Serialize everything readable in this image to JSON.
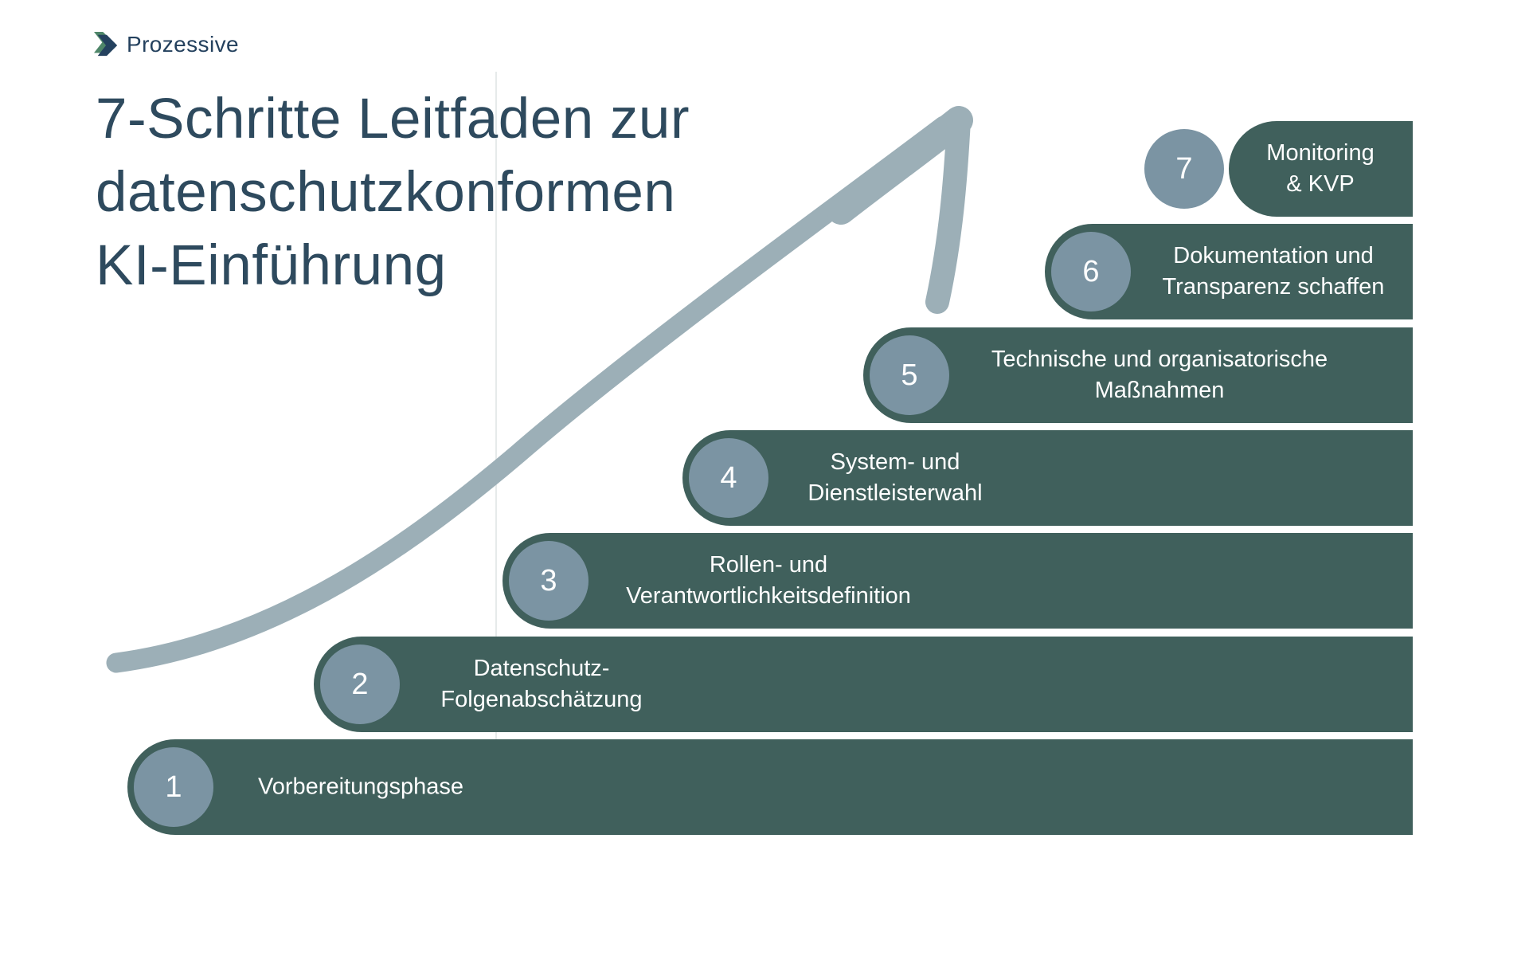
{
  "brand": {
    "name": "Prozessive",
    "icon": "double-chevron-right-icon"
  },
  "title": {
    "text": "7-Schritte Leitfaden zur\ndatenschutzkonformen\nKI-Einführung"
  },
  "decorations": {
    "arrow": "hand-drawn-growth-arrow",
    "guide_line": "vertical-guide-line"
  },
  "steps": [
    {
      "number": "1",
      "label": "Vorbereitungsphase"
    },
    {
      "number": "2",
      "label": "Datenschutz-\nFolgenabschätzung"
    },
    {
      "number": "3",
      "label": "Rollen- und\nVerantwortlichkeitsdefinition"
    },
    {
      "number": "4",
      "label": "System- und\nDienstleisterwahl"
    },
    {
      "number": "5",
      "label": "Technische und organisatorische\nMaßnahmen"
    },
    {
      "number": "6",
      "label": "Dokumentation und\nTransparenz schaffen"
    },
    {
      "number": "7",
      "label": "Monitoring\n& KVP"
    }
  ],
  "colors": {
    "background": "#ffffff",
    "bar": "#40605c",
    "circle": "#7b94a3",
    "arrow": "#9cafb7",
    "title_text": "#2e4a5e",
    "step_text": "#ffffff",
    "logo_navy": "#24415e",
    "logo_green": "#4e8669"
  }
}
